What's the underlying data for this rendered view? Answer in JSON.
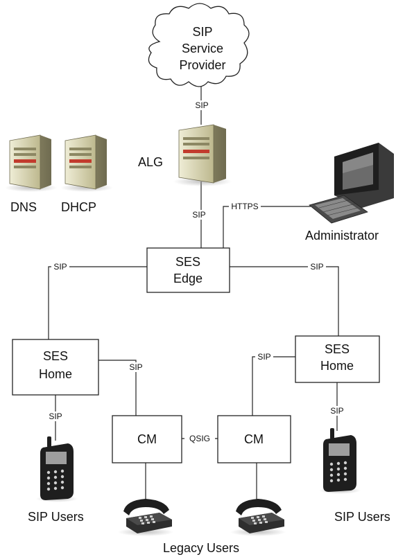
{
  "cloud": {
    "line1": "SIP",
    "line2": "Service",
    "line3": "Provider"
  },
  "servers": {
    "alg": "ALG",
    "dns": "DNS",
    "dhcp": "DHCP"
  },
  "admin": {
    "label": "Administrator"
  },
  "boxes": {
    "edge": {
      "line1": "SES",
      "line2": "Edge"
    },
    "home_left": {
      "line1": "SES",
      "line2": "Home"
    },
    "home_right": {
      "line1": "SES",
      "line2": "Home"
    },
    "cm_left": "CM",
    "cm_right": "CM"
  },
  "links": {
    "cloud_alg": "SIP",
    "alg_edge": "SIP",
    "edge_admin": "HTTPS",
    "edge_left": "SIP",
    "edge_right": "SIP",
    "home_left_cm": "SIP",
    "home_right_cm": "SIP",
    "home_left_phone": "SIP",
    "home_right_phone": "SIP",
    "cm_cm": "QSIG"
  },
  "users": {
    "sip_left": "SIP Users",
    "sip_right": "SIP Users",
    "legacy": "Legacy Users"
  },
  "colors": {
    "server_body": "#d9d5a8",
    "server_shade": "#9c9770",
    "monitor": "#2b2b2b",
    "phone": "#1e1e1e"
  }
}
